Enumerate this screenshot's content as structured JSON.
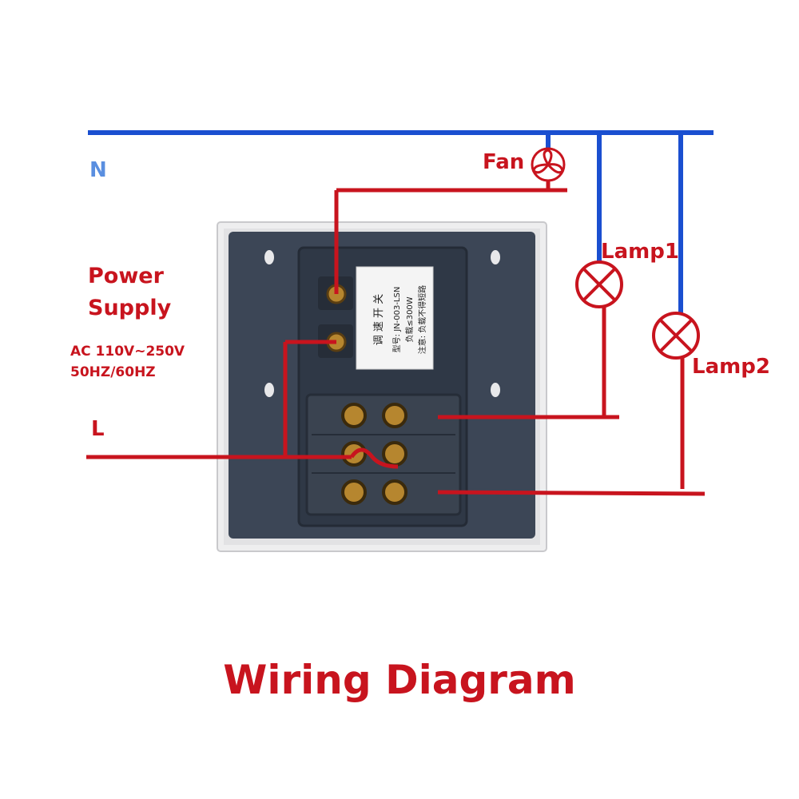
{
  "labels": {
    "neutral": "N",
    "live": "L",
    "fan": "Fan",
    "lamp1": "Lamp1",
    "lamp2": "Lamp2",
    "power_supply_line1": "Power",
    "power_supply_line2": "Supply",
    "voltage": "AC 110V~250V",
    "frequency": "50HZ/60HZ"
  },
  "title": "Wiring Diagram",
  "sticker": {
    "heading": "调 速 开 关",
    "model": "型号: JN-003-LSN",
    "load": "负载≤300W",
    "note": "注意: 负载不得短路"
  },
  "colors": {
    "neutral_wire": "#1a4fd0",
    "live_wire": "#c8141e",
    "label_red": "#c8141e",
    "label_blue": "#5a8fe0",
    "switch_body": "#3c4656",
    "plate": "#e8e8ea"
  }
}
